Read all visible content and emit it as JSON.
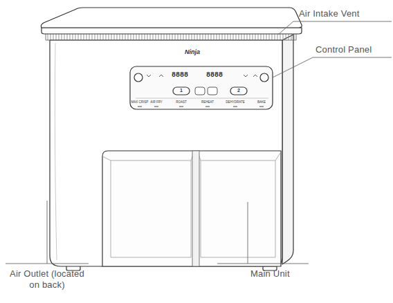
{
  "diagram": {
    "labels": [
      "Air Intake Vent",
      "Control Panel",
      "Ninja",
      "8888",
      "8888",
      "1",
      "2",
      "MAX CRISP",
      "AIR FRY",
      "ROAST",
      "REHEAT",
      "DEHYDRATE",
      "BAKE",
      "Air Outlet (located on back)",
      "Main Unit"
    ]
  }
}
